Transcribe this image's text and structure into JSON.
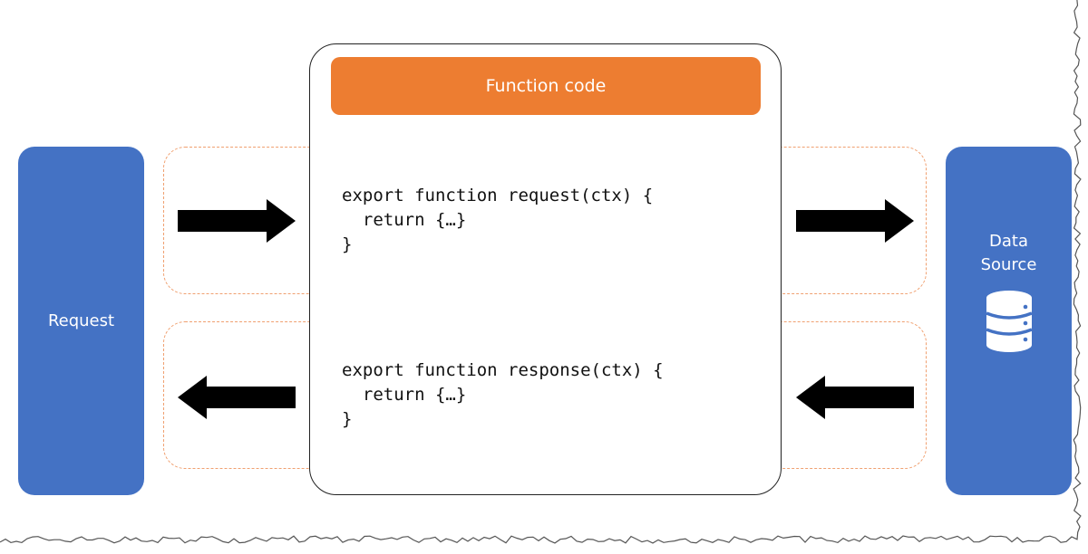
{
  "request_box": {
    "label": "Request"
  },
  "data_source_box": {
    "label": "Data\nSource",
    "icon": "database-icon"
  },
  "function_panel": {
    "header": "Function code",
    "request_code": "export function request(ctx) {\n  return {…}\n}",
    "response_code": "export function response(ctx) {\n  return {…}\n}"
  },
  "colors": {
    "blue_box": "#4472c4",
    "orange_header": "#ed7d31",
    "dashed_border": "#f0a070",
    "arrow": "#000000"
  }
}
